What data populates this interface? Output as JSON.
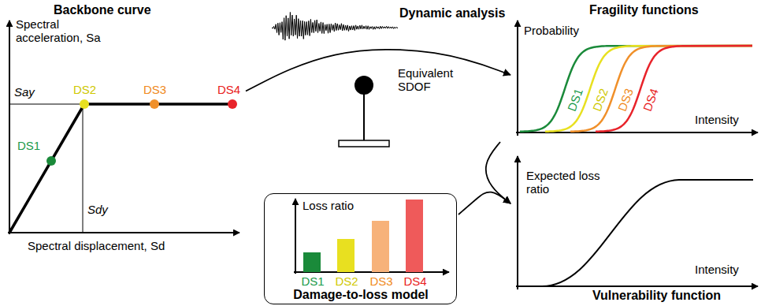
{
  "diagram": {
    "nodes": [
      {
        "text": [
          "Backbone curve",
          "Spectral acceleration, Sa",
          "Spectral displacement, Sd"
        ]
      },
      {
        "text": [
          "Fragility functions",
          "Probability",
          "Intensity"
        ]
      },
      {
        "text": [
          "Loss ratio",
          "DS1",
          "DS2",
          "DS3",
          "DS4",
          "Damage-to-loss model"
        ]
      },
      {
        "text": [
          "Expected loss ratio",
          "Intensity",
          "Vulnerability function"
        ]
      }
    ],
    "edges": [
      {
        "from": 0,
        "to": 1,
        "arrow": "to"
      },
      {
        "from": 1,
        "to": 3,
        "arrow": "to"
      },
      {
        "from": 2,
        "to": 3,
        "arrow": "to"
      }
    ],
    "labels": [
      "Say",
      "Sdy",
      "DS1",
      "DS2",
      "DS3",
      "DS4",
      "Dynamic analysis",
      "Equivalent SDOF",
      "DS1",
      "DS2",
      "DS3",
      "DS4"
    ]
  }
}
